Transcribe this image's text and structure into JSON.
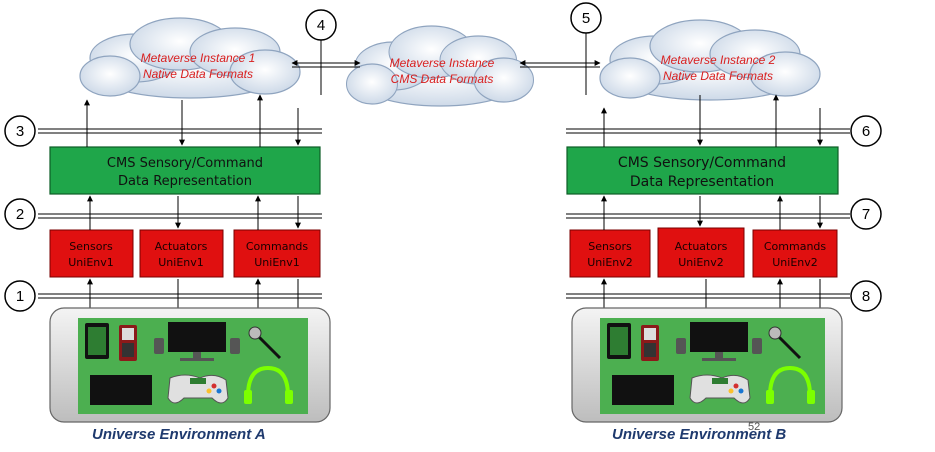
{
  "clouds": [
    {
      "line1": "Metaverse Instance 1",
      "line2": "Native Data Formats"
    },
    {
      "line1": "Metaverse Instance",
      "line2": "CMS Data Formats"
    },
    {
      "line1": "Metaverse Instance 2",
      "line2": "Native Data Formats"
    }
  ],
  "cms_left": {
    "line1": "CMS Sensory/Command",
    "line2": "Data Representation"
  },
  "cms_right": {
    "line1": "CMS Sensory/Command",
    "line2": "Data Representation"
  },
  "left_boxes": [
    {
      "line1": "Sensors",
      "line2": "UniEnv1"
    },
    {
      "line1": "Actuators",
      "line2": "UniEnv1"
    },
    {
      "line1": "Commands",
      "line2": "UniEnv1"
    }
  ],
  "right_boxes": [
    {
      "line1": "Sensors",
      "line2": "UniEnv2"
    },
    {
      "line1": "Actuators",
      "line2": "UniEnv2"
    },
    {
      "line1": "Commands",
      "line2": "UniEnv2"
    }
  ],
  "markers": [
    "1",
    "2",
    "3",
    "4",
    "5",
    "6",
    "7",
    "8"
  ],
  "env_labels": {
    "left": "Universe Environment A",
    "right": "Universe Environment B"
  },
  "page_number": "52",
  "colors": {
    "cms_green": "#1fa64a",
    "box_red": "#e01010",
    "cloud_text": "#d92020",
    "env_label": "#1f3a6e",
    "device_panel": "#4caf50"
  },
  "icons": [
    "tablet-icon",
    "mobile-phone-icon",
    "monitor-icon",
    "speaker-icon",
    "microphone-icon",
    "display-icon",
    "gamepad-icon",
    "headphones-icon"
  ]
}
